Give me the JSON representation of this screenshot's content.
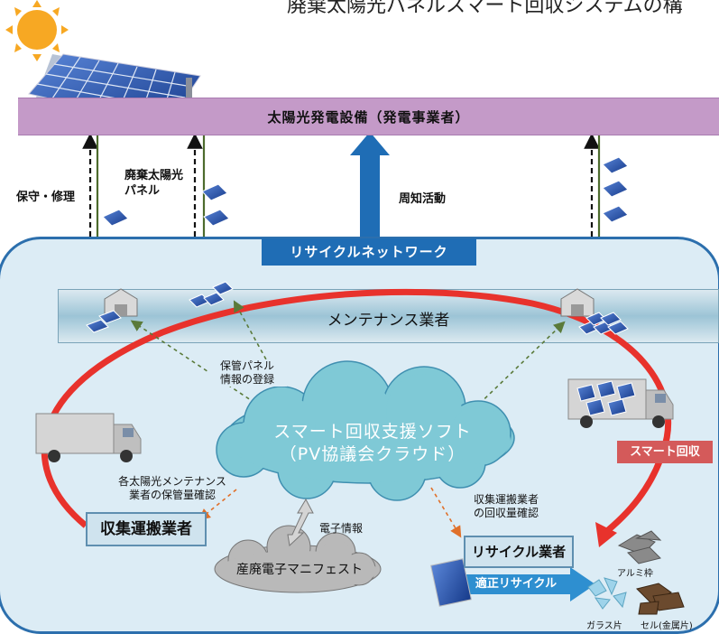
{
  "title": "廃棄太陽光パネルスマート回収システムの構",
  "power_facility": "太陽光発電設備（発電事業者）",
  "maintenance_repair": "保守・修理",
  "waste_panel": "廃棄太陽光\nパネル",
  "awareness": "周知活動",
  "recycle_network": "リサイクルネットワーク",
  "maintenance_company": "メンテナンス業者",
  "storage_registration": "保管パネル\n情報の登録",
  "cloud_line1": "スマート回収支援ソフト",
  "cloud_line2": "（PV協議会クラウド）",
  "smart_collection": "スマート回収",
  "storage_check": "各太陽光メンテナンス\n業者の保管量確認",
  "collector": "収集運搬業者",
  "e_info": "電子情報",
  "manifest": "産廃電子マニフェスト",
  "collection_check": "収集運搬業者\nの回収量確認",
  "recycler": "リサイクル業者",
  "proper_recycling": "適正リサイクル",
  "aluminum_frame": "アルミ枠",
  "glass_pieces": "ガラス片",
  "cell_pieces": "セル(金属片)",
  "colors": {
    "band": "#c49ac8",
    "outer_border": "#2c6fad",
    "network": "#1f6db5",
    "cycle_arrow": "#e8322c",
    "cloud": "#7fc9d6",
    "smart_tag": "#d45a5a"
  }
}
